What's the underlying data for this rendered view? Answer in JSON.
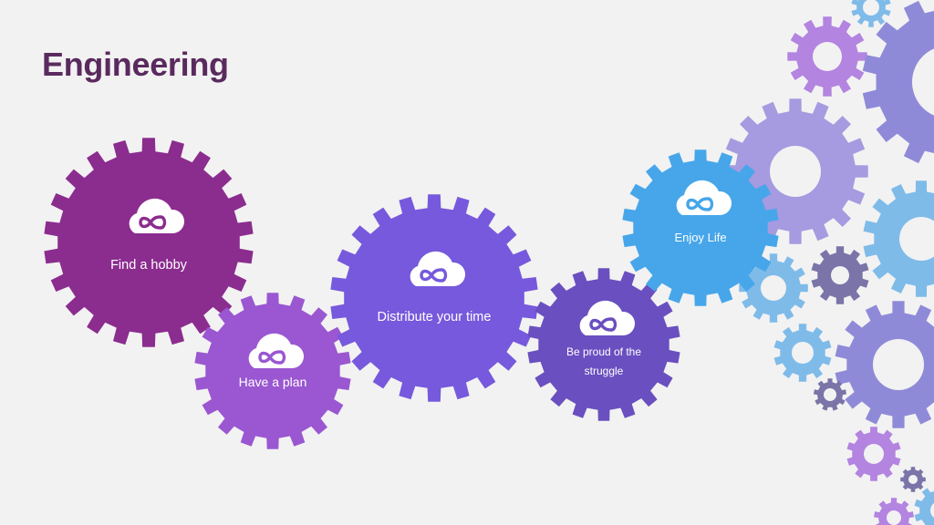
{
  "slide": {
    "title": "Engineering",
    "gears": [
      {
        "label": "Find a hobby",
        "icon": "cloud-infinity-icon",
        "color": "#8b2c8f"
      },
      {
        "label": "Have a plan",
        "icon": "cloud-infinity-icon",
        "color": "#9a57d1"
      },
      {
        "label": "Distribute your time",
        "icon": "cloud-infinity-icon",
        "color": "#7659dc"
      },
      {
        "label": "Be proud of the",
        "label2": "struggle",
        "icon": "cloud-infinity-icon",
        "color": "#6a4fc0"
      },
      {
        "label": "Enjoy Life",
        "icon": "cloud-infinity-icon",
        "color": "#47a6ea"
      }
    ],
    "decor_colors": {
      "lavender": "#a69ae0",
      "violet": "#b384e0",
      "sky": "#7fbbe9",
      "slate": "#7a74a8",
      "periwinkle": "#8f8ad8"
    }
  }
}
